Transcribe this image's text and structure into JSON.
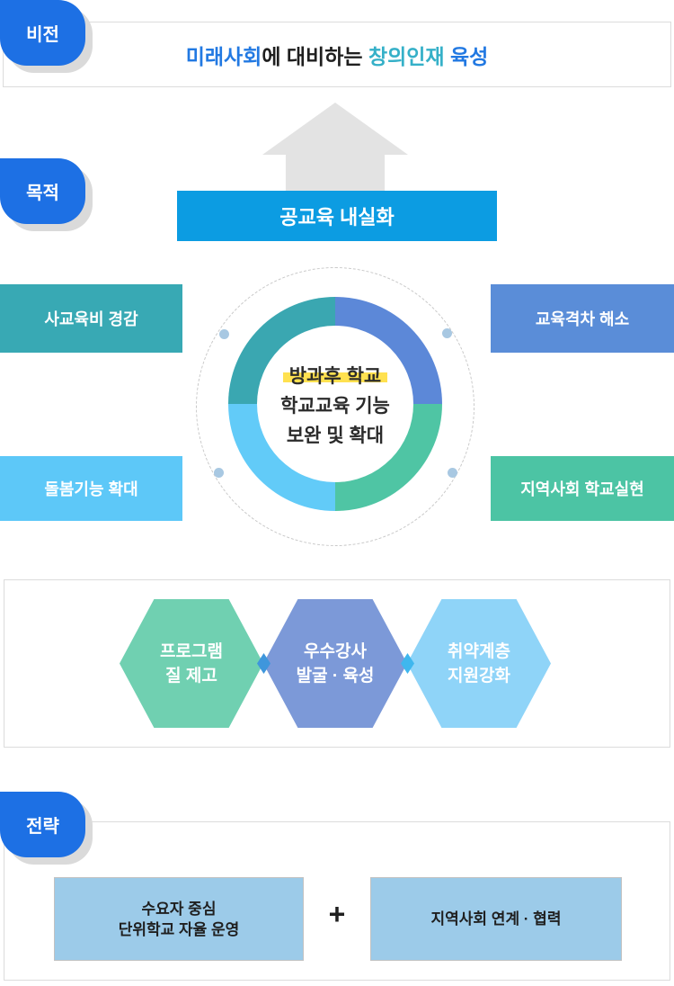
{
  "vision": {
    "badge": "비전",
    "title_segments": [
      {
        "text": "미래사회",
        "color": "#2279e2"
      },
      {
        "text": "에 대비하는 ",
        "color": "#1f1f1f"
      },
      {
        "text": "창의인재",
        "color": "#35b0c8"
      },
      {
        "text": " 육성",
        "color": "#2279e2"
      }
    ]
  },
  "purpose": {
    "badge": "목적",
    "goal_label": "공교육 내실화"
  },
  "core": {
    "center": {
      "line1": "방과후 학교",
      "line2": "학교교육 기능",
      "line3": "보완 및 확대"
    },
    "boxes": [
      {
        "label": "사교육비 경감",
        "color": "#38a9b4",
        "position": "top-left"
      },
      {
        "label": "교육격차 해소",
        "color": "#5a8dd8",
        "position": "top-right"
      },
      {
        "label": "돌봄기능 확대",
        "color": "#5dc8f8",
        "position": "bottom-left"
      },
      {
        "label": "지역사회 학교실현",
        "color": "#4cc4a4",
        "position": "bottom-right"
      }
    ],
    "donut_segment_colors": {
      "top_right": "#5c88d8",
      "bottom_right": "#4fc5a4",
      "bottom_left": "#62cbf8",
      "top_left": "#3aa7b1"
    },
    "highlight_color": "#ffe150"
  },
  "tasks": {
    "hexagons": [
      {
        "line1": "프로그램",
        "line2": "질 제고",
        "color": "#70d0b1"
      },
      {
        "line1": "우수강사",
        "line2": "발굴 · 육성",
        "color": "#7c99d8"
      },
      {
        "line1": "취약계층",
        "line2": "지원강화",
        "color": "#8fd4f8"
      }
    ]
  },
  "strategy": {
    "badge": "전략",
    "left_box": {
      "line1": "수요자 중심",
      "line2": "단위학교 자율 운영"
    },
    "plus": "+",
    "right_box": {
      "label": "지역사회 연계 · 협력"
    }
  },
  "colors": {
    "badge_blue": "#1d70e4",
    "badge_shadow": "#dadada",
    "goal_bar_blue": "#0c9ce2",
    "arrow_gray": "#e3e3e3",
    "section_border": "#dcdcdc",
    "orbit_dot": "#a8c8e2",
    "strategy_box_fill": "#9ccbe9"
  }
}
